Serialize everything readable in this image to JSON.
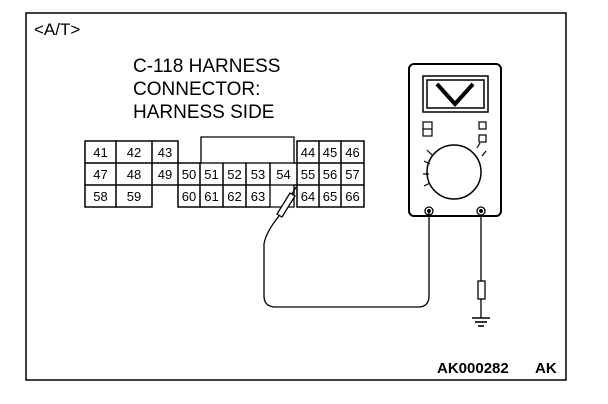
{
  "header": {
    "tag": "<A/T>"
  },
  "connector": {
    "title_lines": [
      "C-118 HARNESS",
      "CONNECTOR:",
      "HARNESS SIDE"
    ],
    "pins": {
      "41": "41",
      "42": "42",
      "43": "43",
      "44": "44",
      "45": "45",
      "46": "46",
      "47": "47",
      "48": "48",
      "49": "49",
      "50": "50",
      "51": "51",
      "52": "52",
      "53": "53",
      "54": "54",
      "55": "55",
      "56": "56",
      "57": "57",
      "58": "58",
      "59": "59",
      "60": "60",
      "61": "61",
      "62": "62",
      "63": "63",
      "64": "64",
      "65": "65",
      "66": "66"
    }
  },
  "meter": {
    "mode": "voltmeter",
    "symbol": "V"
  },
  "footer": {
    "code": "AK000282",
    "suffix": "AK"
  }
}
